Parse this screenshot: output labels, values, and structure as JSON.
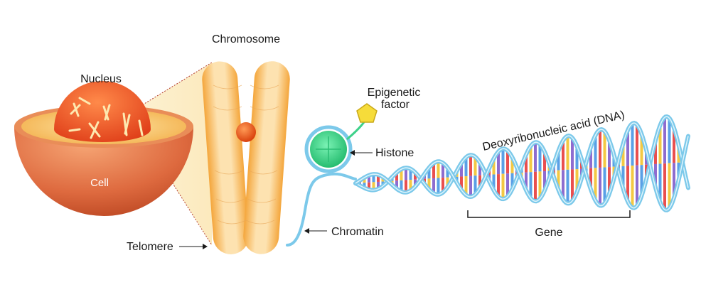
{
  "labels": {
    "chromosome": "Chromosome",
    "nucleus": "Nucleus",
    "cell": "Cell",
    "telomere": "Telomere",
    "epigenetic_line1": "Epigenetic",
    "epigenetic_line2": "factor",
    "histone": "Histone",
    "chromatin": "Chromatin",
    "dna": "Deoxyribonucleic acid (DNA)",
    "gene": "Gene"
  },
  "colors": {
    "cell_outer": "#d9603a",
    "cell_inner": "#f6c86a",
    "nucleus": "#e9501f",
    "chromosome": "#f7c26a",
    "centromere": "#e44a12",
    "histone": "#3ed18a",
    "dna_backbone": "#7cc9ea",
    "base_colors": [
      "#e94f4f",
      "#f3c843",
      "#8e6ccf",
      "#5aa0e6"
    ]
  }
}
